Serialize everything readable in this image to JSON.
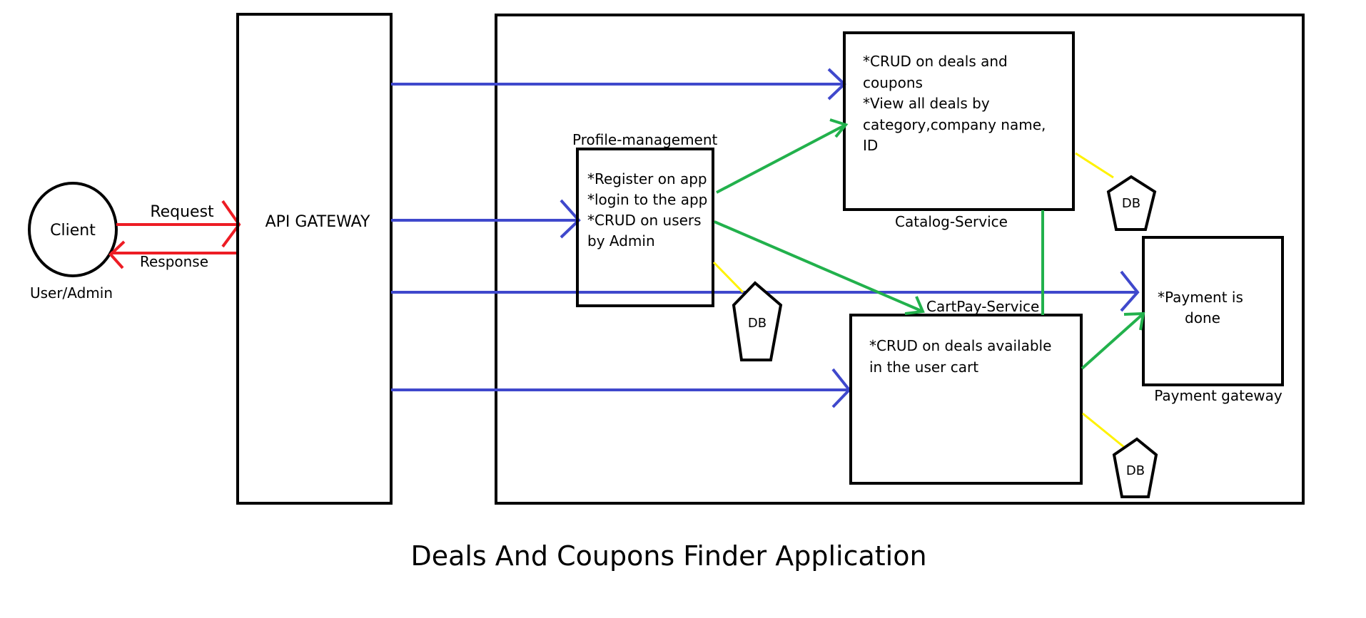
{
  "title": "Deals And Coupons Finder Application",
  "client": {
    "label": "Client",
    "caption": "User/Admin"
  },
  "flow": {
    "request": "Request",
    "response": "Response"
  },
  "gateway": {
    "label": "API GATEWAY"
  },
  "profile": {
    "title": "Profile-management",
    "lines": [
      "*Register on app",
      "*login to the app",
      "*CRUD on users",
      "by Admin"
    ]
  },
  "catalog": {
    "title": "Catalog-Service",
    "lines": [
      "*CRUD on deals and",
      "coupons",
      "*View all deals by",
      "category,company name,",
      "ID"
    ]
  },
  "cartpay": {
    "title": "CartPay-Service",
    "lines": [
      "*CRUD on deals available",
      "in the user cart"
    ]
  },
  "payment": {
    "title": "Payment gateway",
    "lines": [
      "*Payment is",
      "done"
    ]
  },
  "db": {
    "label": "DB"
  },
  "colors": {
    "gateway_arrows": "#3f48cc",
    "client_arrows": "#ed1c24",
    "service_arrows": "#22b14c",
    "db_links": "#fff200"
  }
}
